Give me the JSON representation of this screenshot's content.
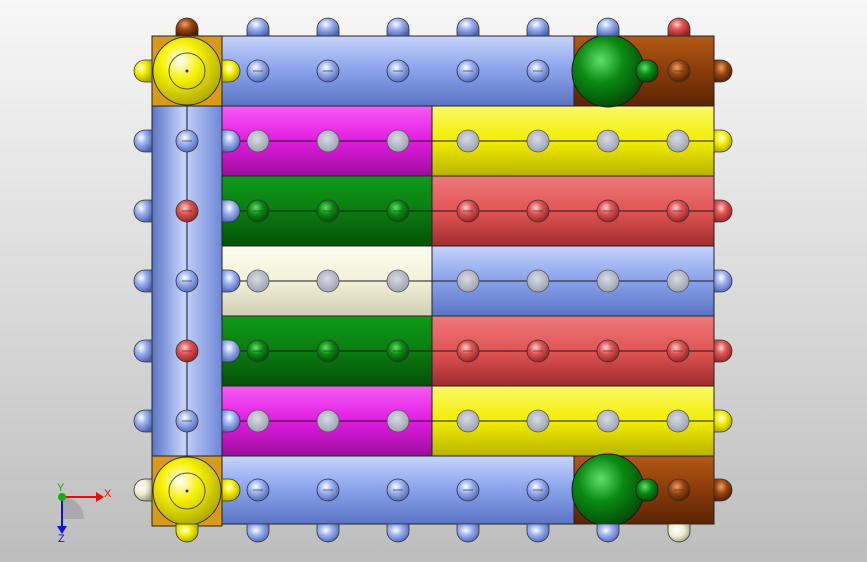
{
  "viewport": {
    "background_top": "#f7f7f7",
    "background_bottom": "#bdbdbd"
  },
  "model": {
    "rows": [
      {
        "left": "magenta",
        "right": "yellow"
      },
      {
        "left": "green",
        "right": "red"
      },
      {
        "left": "cream",
        "right": "blue"
      },
      {
        "left": "green",
        "right": "red"
      },
      {
        "left": "magenta",
        "right": "yellow"
      }
    ],
    "top_beam": {
      "color": "blue",
      "corners": [
        "yellow",
        "green",
        "brown"
      ]
    },
    "bottom_beam": {
      "color": "blue",
      "corners": [
        "yellow",
        "green",
        "brown"
      ]
    },
    "left_column": {
      "color": "blue"
    },
    "colors": {
      "blue": "#8fa8ef",
      "magenta": "#e11be1",
      "yellow": "#f2ee00",
      "green": "#0a8a12",
      "red": "#e25454",
      "cream": "#f3f1d8",
      "brown": "#8a3b08",
      "orange": "#e1a21a",
      "grey_hole": "#b8bcc8"
    }
  },
  "triad": {
    "x_label": "X",
    "y_label": "Y",
    "z_label": "Z",
    "x_color": "#e01010",
    "y_color": "#10b010",
    "z_color": "#1010e0"
  }
}
